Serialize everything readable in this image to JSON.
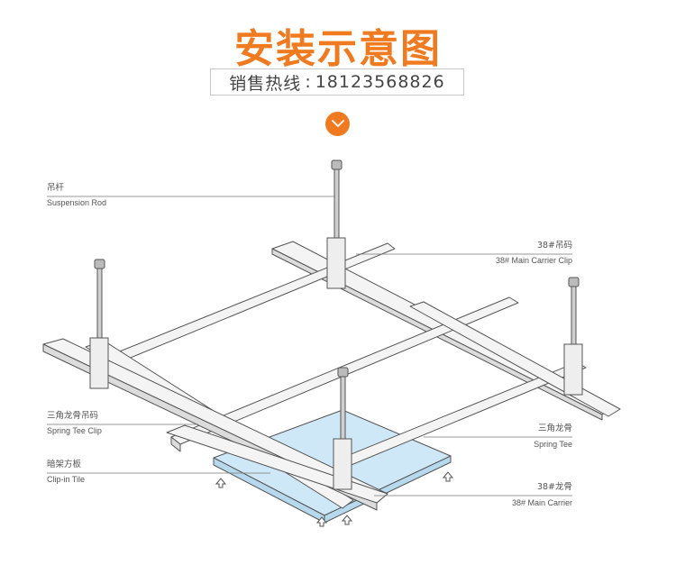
{
  "header": {
    "title": "安装示意图",
    "hotline_label": "销售热线",
    "hotline_separator": ":",
    "hotline_number": "18123568826"
  },
  "colors": {
    "accent": "#f07a1f",
    "rail_fill": "#f4f4f4",
    "rail_stroke": "#555555",
    "tile_fill": "#cfe8f7",
    "leader": "#777777"
  },
  "icons": {
    "chevron": "chevron-down-icon",
    "arrow": "up-arrow-icon"
  },
  "labels": {
    "suspension_rod": {
      "cn": "吊杆",
      "en": "Suspension Rod"
    },
    "main_carrier_clip": {
      "cn": "38#吊码",
      "en": "38# Main Carrier Clip"
    },
    "spring_tee_clip": {
      "cn": "三角龙骨吊码",
      "en": "Spring Tee Clip"
    },
    "spring_tee": {
      "cn": "三角龙骨",
      "en": "Spring Tee"
    },
    "clip_in_tile": {
      "cn": "暗架方板",
      "en": "Clip-in Tile"
    },
    "main_carrier": {
      "cn": "38#龙骨",
      "en": "38#  Main Carrier"
    }
  }
}
